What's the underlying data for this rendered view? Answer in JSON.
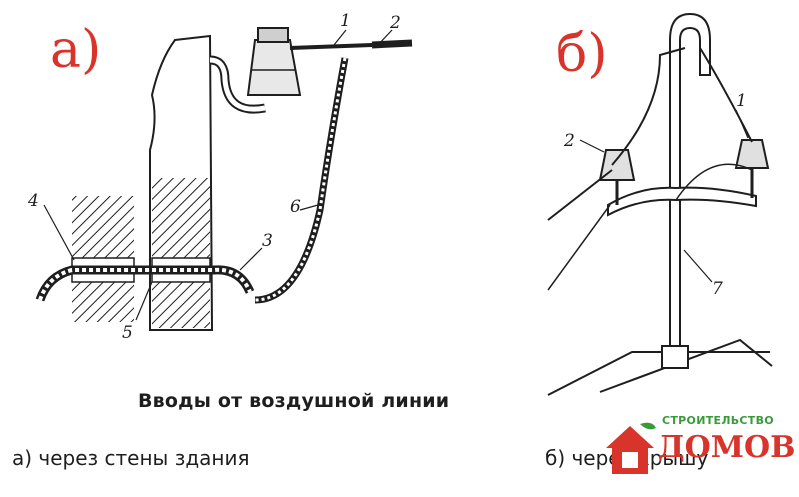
{
  "panels": {
    "a": {
      "letter": "а)"
    },
    "b": {
      "letter": "б)"
    }
  },
  "labels": {
    "a": [
      "1",
      "2",
      "3",
      "4",
      "5",
      "6"
    ],
    "b": [
      "1",
      "2",
      "7"
    ]
  },
  "captions": {
    "main": "Вводы от воздушной линии",
    "a": "а) через стены здания",
    "b": "б) через крышу"
  },
  "watermark": {
    "top": "СТРОИТЕЛЬСТВО",
    "bottom": "ДОМОВ"
  },
  "colors": {
    "accent": "#d9342b",
    "ink": "#1e1e1e",
    "watermark_green": "#3a9a3a"
  }
}
